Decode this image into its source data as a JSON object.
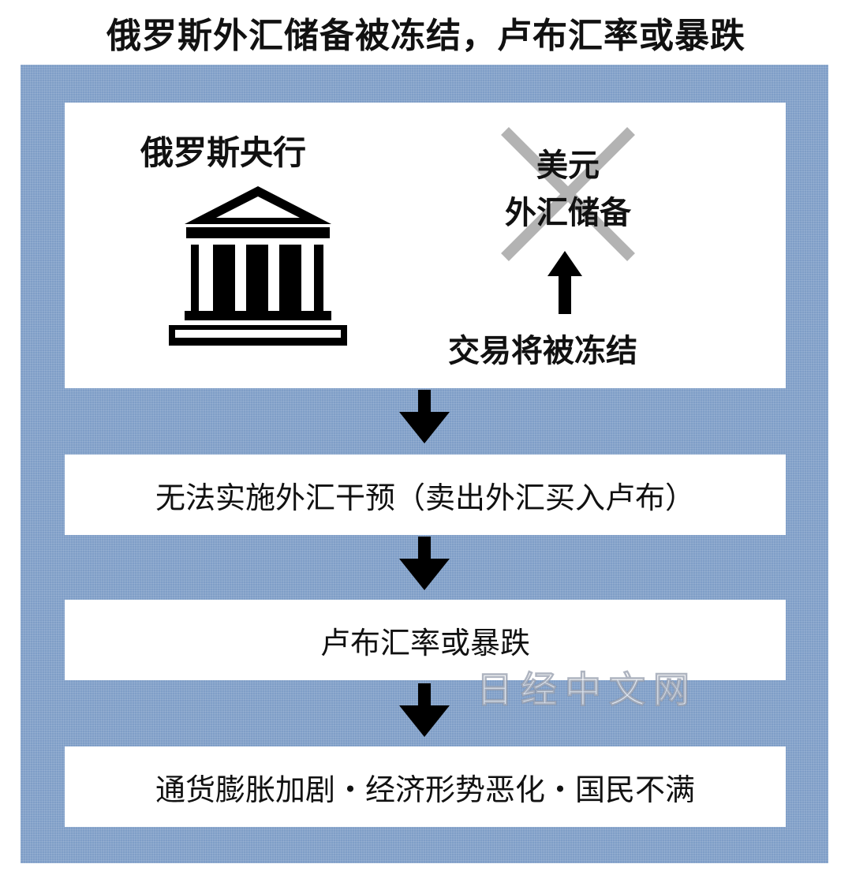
{
  "title": "俄罗斯外汇储备被冻结，卢布汇率或暴跌",
  "central_bank": {
    "label": "俄罗斯央行",
    "icon": "bank-building-icon"
  },
  "reserves": {
    "line1": "美元",
    "line2": "外汇储备",
    "crossed_out": true
  },
  "freeze_note": "交易将被冻结",
  "steps": [
    "无法实施外汇干预（卖出外汇买入卢布）",
    "卢布汇率或暴跌",
    "通货膨胀加剧・经济形势恶化・国民不满"
  ],
  "watermark": "日经中文网",
  "colors": {
    "panel": "#7f9ec7",
    "box": "#ffffff",
    "arrow": "#000000",
    "cross": "#b3b3b3"
  }
}
